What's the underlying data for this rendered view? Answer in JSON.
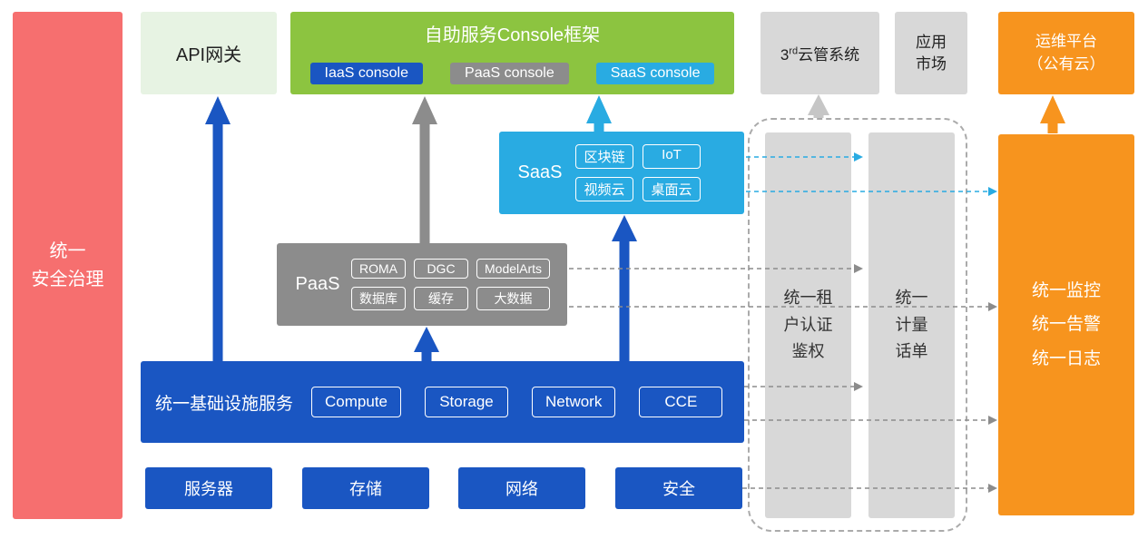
{
  "colors": {
    "blue": "#1a56c2",
    "gray": "#8c8c8c",
    "cyan": "#29abe2",
    "green": "#8cc440",
    "light_green": "#e7f3e3",
    "orange": "#f7941e",
    "red": "#f66f6f",
    "light_gray": "#d8d8d8"
  },
  "security_bar": {
    "label": "统一\n安全治理"
  },
  "api_gateway": {
    "label": "API网关"
  },
  "console": {
    "title": "自助服务Console框架",
    "iaas_label": "IaaS console",
    "paas_label": "PaaS console",
    "saas_label": "SaaS console"
  },
  "third_cloud": {
    "num": "3",
    "sup": "rd",
    "rest": "云管系统"
  },
  "app_market": {
    "label": "应用\n市场"
  },
  "ops_platform": {
    "label": "运维平台\n（公有云）"
  },
  "saas": {
    "label": "SaaS",
    "items": [
      "区块链",
      "IoT",
      "视频云",
      "桌面云"
    ]
  },
  "paas": {
    "label": "PaaS",
    "items": [
      "ROMA",
      "DGC",
      "ModelArts",
      "数据库",
      "缓存",
      "大数据"
    ]
  },
  "infrastructure": {
    "label": "统一基础设施服务",
    "items": [
      "Compute",
      "Storage",
      "Network",
      "CCE"
    ]
  },
  "hardware": [
    "服务器",
    "存储",
    "网络",
    "安全"
  ],
  "auth_bar": {
    "label": "统一租\n户认证\n鉴权"
  },
  "metering_bar": {
    "label": "统一\n计量\n话单"
  },
  "monitoring_bar": {
    "label": "统一监控\n统一告警\n统一日志"
  }
}
